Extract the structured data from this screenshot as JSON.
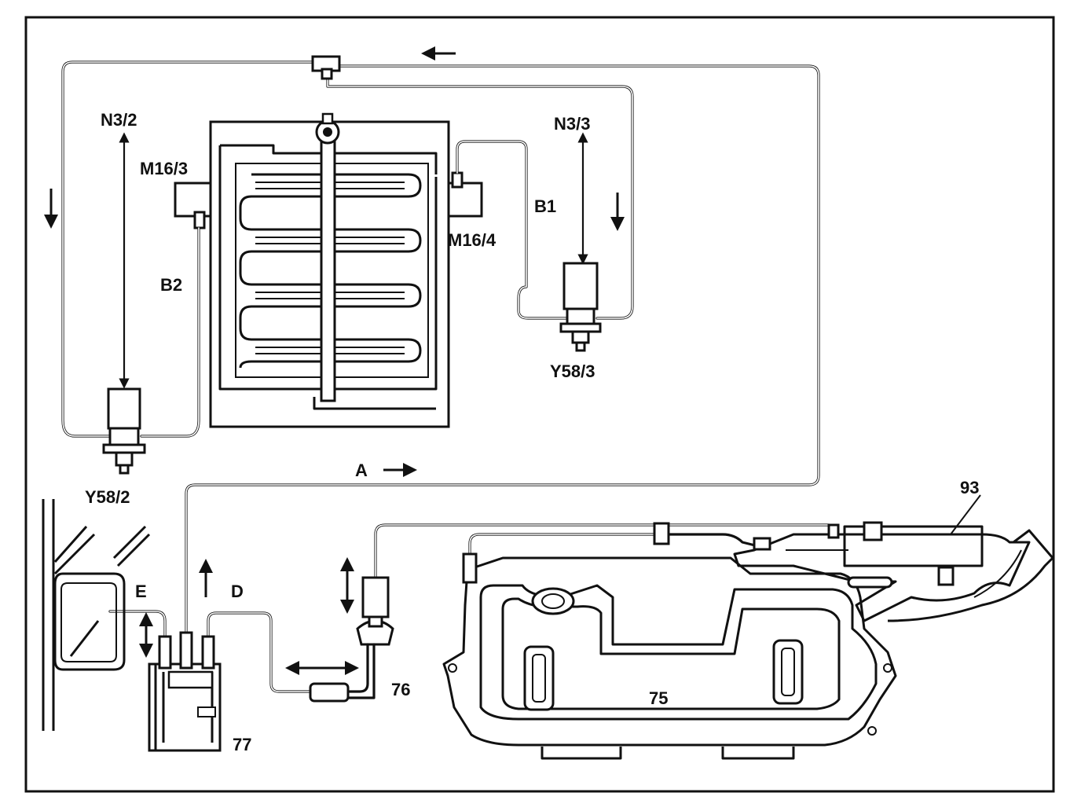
{
  "labels": {
    "n3_2": "N3/2",
    "n3_3": "N3/3",
    "m16_3": "M16/3",
    "m16_4": "M16/4",
    "b1": "B1",
    "b2": "B2",
    "y58_2": "Y58/2",
    "y58_3": "Y58/3",
    "a": "A",
    "d": "D",
    "e": "E",
    "c75": "75",
    "c76": "76",
    "c77": "77",
    "c93": "93"
  }
}
